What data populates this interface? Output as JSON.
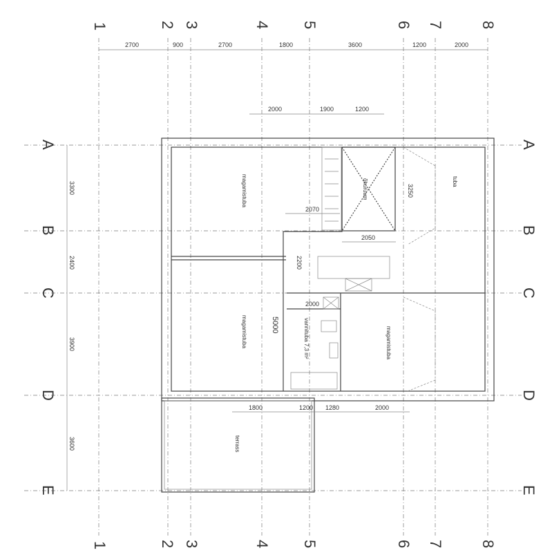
{
  "grid_axes": {
    "numbers": [
      "1",
      "2",
      "3",
      "4",
      "5",
      "6",
      "7",
      "8"
    ],
    "letters": [
      "A",
      "B",
      "C",
      "D",
      "E"
    ]
  },
  "dimensions": {
    "top_row": [
      "2700",
      "900",
      "2700",
      "1800",
      "3600",
      "1200",
      "2000"
    ],
    "left_column": [
      "3300",
      "2400",
      "3900",
      "3600"
    ],
    "windows_top": [
      "2000",
      "1900",
      "1200"
    ],
    "windows_bottom": [
      "1800",
      "1200",
      "1280",
      "2000"
    ],
    "interior": {
      "stair_width": "2070",
      "void_width": "2050",
      "void_depth": "3250",
      "stair_hall": "2200",
      "bath_width": "2000",
      "hall_length": "5000"
    }
  },
  "rooms": {
    "bedroom_1": "magamistuba",
    "void": "õhuruum",
    "room": "tuba",
    "bedroom_2": "magamistuba",
    "bathroom": "vannituba 7,3 m²",
    "bedroom_3": "magamistuba",
    "terrace": "terrass"
  }
}
